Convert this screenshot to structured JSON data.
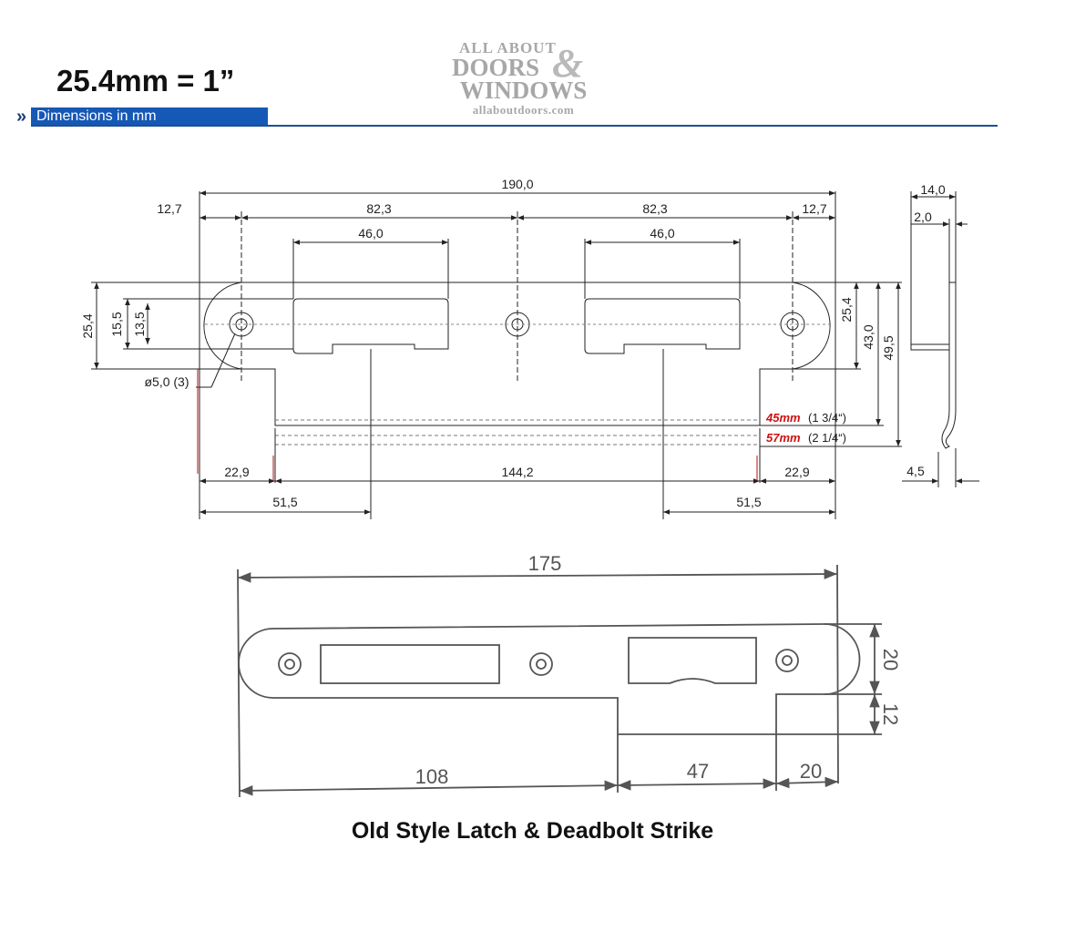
{
  "header": {
    "conversion": "25.4mm = 1”",
    "banner_arrows": "»",
    "banner_label": "Dimensions in mm"
  },
  "logo": {
    "line1": "ALL ABOUT",
    "line2": "DOORS",
    "ampersand": "&",
    "line3": "WINDOWS",
    "url": "allaboutdoors.com"
  },
  "top_drawing": {
    "overall_length": "190,0",
    "end_offset_left": "12,7",
    "end_offset_right": "12,7",
    "hole_spacing_left": "82,3",
    "hole_spacing_right": "82,3",
    "cutout_width_left": "46,0",
    "cutout_width_right": "46,0",
    "end_height": "25,4",
    "end_height_right": "25,4",
    "cutout_height": "15,5",
    "cutout_inner_height": "13,5",
    "hole_label": "ø5,0 (3)",
    "lip_height_43": "43,0",
    "total_height_49": "49,5",
    "lip_offset_left": "22,9",
    "lip_offset_right": "22,9",
    "lip_length": "144,2",
    "center_offset_left": "51,5",
    "center_offset_right": "51,5",
    "backset_45_red": "45mm",
    "backset_45_imperial": "(1 3/4“)",
    "backset_57_red": "57mm",
    "backset_57_imperial": "(2 1/4“)",
    "side_thickness": "14,0",
    "side_material": "2,0",
    "side_curl": "4,5"
  },
  "bottom_drawing": {
    "overall_length": "175",
    "plate_height": "20",
    "lip_height": "12",
    "left_segment": "108",
    "lip_segment": "47",
    "right_segment": "20"
  },
  "caption": "Old Style  Latch & Deadbolt Strike",
  "colors": {
    "banner": "#1658b6",
    "rule": "#1d4f94",
    "backset_red": "#d01010",
    "line": "#222222",
    "sketch": "#555555"
  }
}
